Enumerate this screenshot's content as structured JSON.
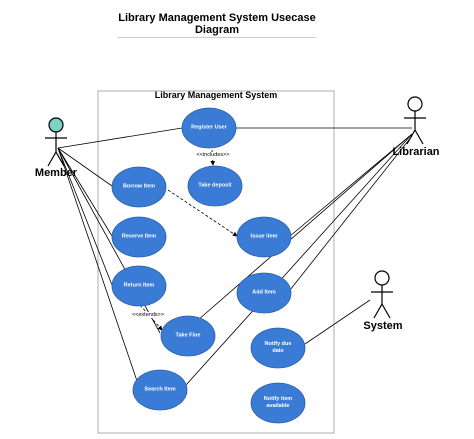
{
  "title_line1": "Library Management System Usecase",
  "title_line2": "Diagram",
  "system_boundary_label": "Library Management System",
  "actors": {
    "member": "Member",
    "librarian": "Librarian",
    "system": "System"
  },
  "use_cases": {
    "register_user": "Register User",
    "take_deposit": "Take deposit",
    "borrow_item": "Borrow Item",
    "reserve_item": "Reserve Item",
    "return_item": "Return Item",
    "issue_item": "Issue item",
    "add_item": "Add Item",
    "take_fine": "Take Fine",
    "notify_due_date": "Notify due date",
    "search_item": "Search Item",
    "notify_item_available": "Notify item available"
  },
  "relationships": {
    "includes": "<<includes>>",
    "extends": "<<extends>>"
  },
  "colors": {
    "use_case_fill": "#3a7bd5",
    "use_case_stroke": "#2b5ea8",
    "member_head_fill": "#7fd3c6"
  }
}
